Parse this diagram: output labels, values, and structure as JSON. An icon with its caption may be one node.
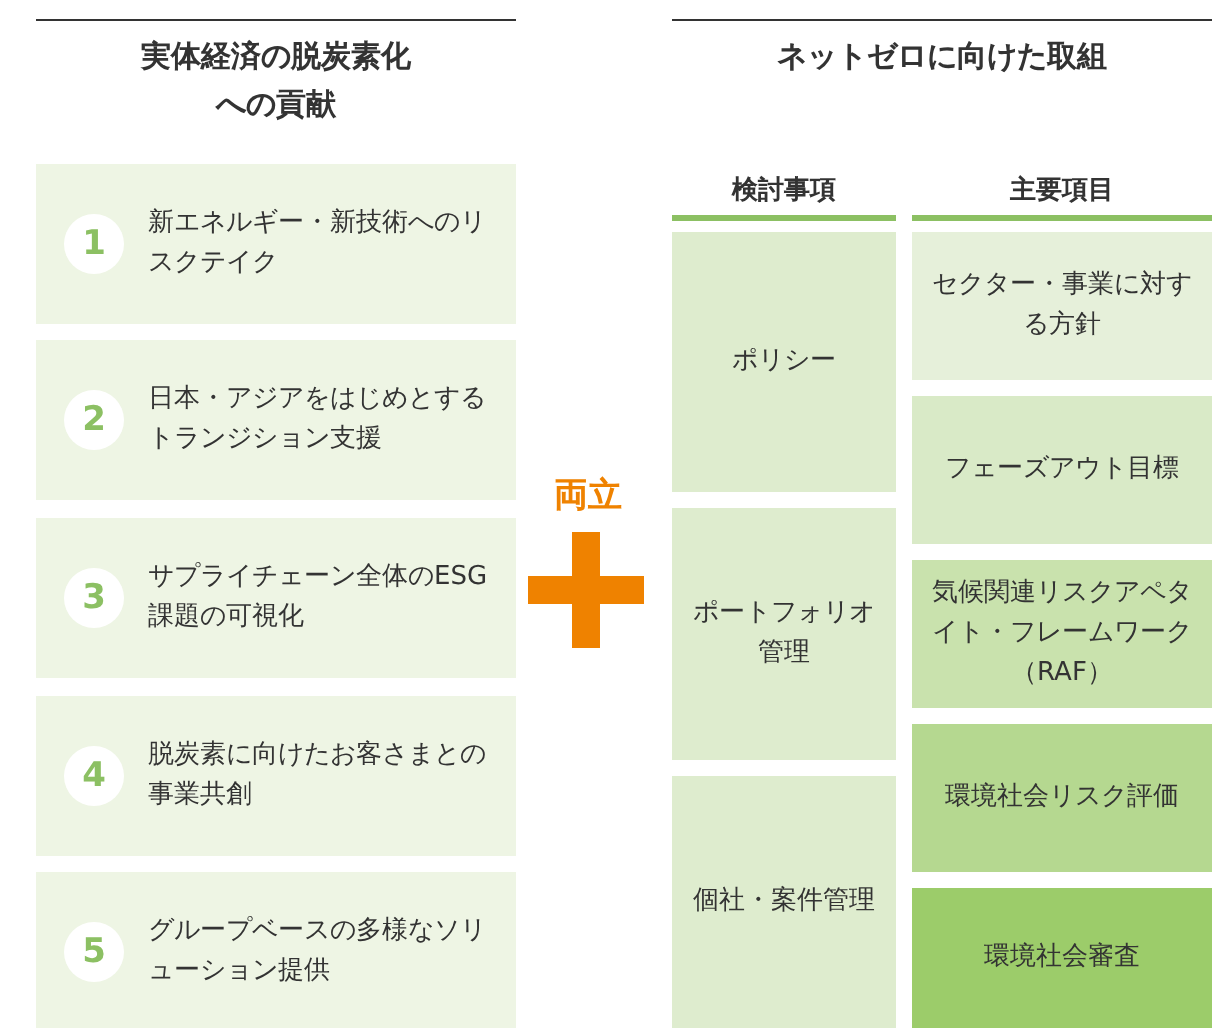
{
  "diagram": {
    "nodes": [
      {
        "text": [
          "1",
          "新エネルギー・新技術へのリスクテイク"
        ]
      },
      {
        "text": [
          "2",
          "日本・アジアをはじめとするトランジション支援"
        ]
      },
      {
        "text": [
          "3",
          "サプライチェーン全体のESG課題の可視化"
        ]
      },
      {
        "text": [
          "4",
          "脱炭素に向けたお客さまとの事業共創"
        ]
      },
      {
        "text": [
          "5",
          "グループベースの多様なソリューション提供"
        ]
      },
      {
        "text": [
          "ポリシー"
        ]
      },
      {
        "text": [
          "ポートフォリオ管理"
        ]
      },
      {
        "text": [
          "個社・案件管理"
        ]
      },
      {
        "text": [
          "セクター・事業に対する方針"
        ]
      },
      {
        "text": [
          "フェーズアウト目標"
        ]
      },
      {
        "text": [
          "気候関連リスクアペタイト・フレームワーク（RAF）"
        ]
      },
      {
        "text": [
          "環境社会リスク評価"
        ]
      },
      {
        "text": [
          "環境社会審査"
        ]
      }
    ],
    "edges": [],
    "labels": [
      "実体経済の脱炭素化への貢献",
      "ネットゼロに向けた取組",
      "検討事項",
      "主要項目",
      "両立"
    ]
  }
}
